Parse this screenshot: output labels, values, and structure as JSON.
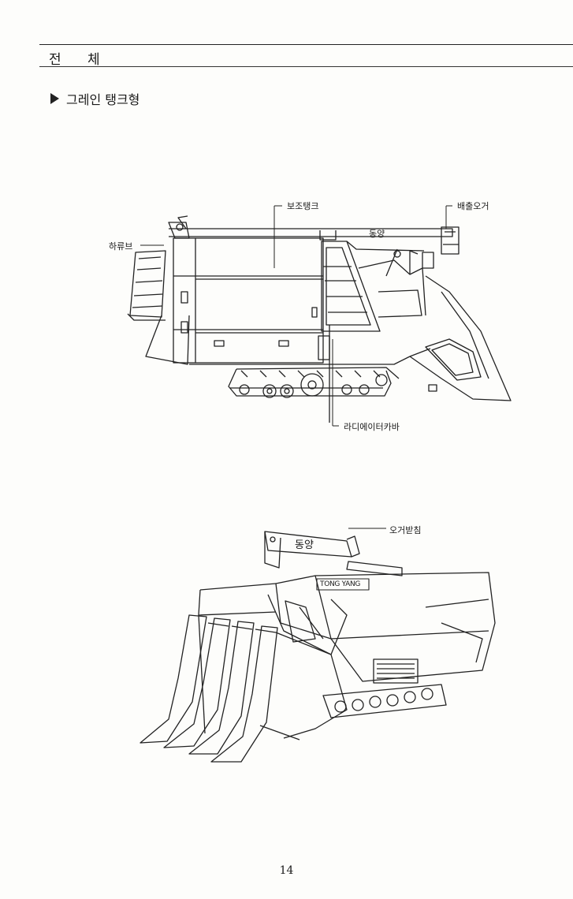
{
  "header": {
    "section_title": "전 체"
  },
  "subheading": {
    "icon": "triangle-right-icon",
    "text": "그레인 탱크형"
  },
  "side_view": {
    "labels": {
      "aux_tank": "보조탱크",
      "discharge_auger": "배출오거",
      "brand_side": "동양",
      "hurub": "하류브",
      "radiator_cover": "라디에이터카바"
    }
  },
  "perspective_view": {
    "labels": {
      "auger_rest": "오거받침",
      "brand_auger": "동양",
      "brand_plate": "TONG YANG"
    }
  },
  "footer": {
    "page_number": "14"
  }
}
